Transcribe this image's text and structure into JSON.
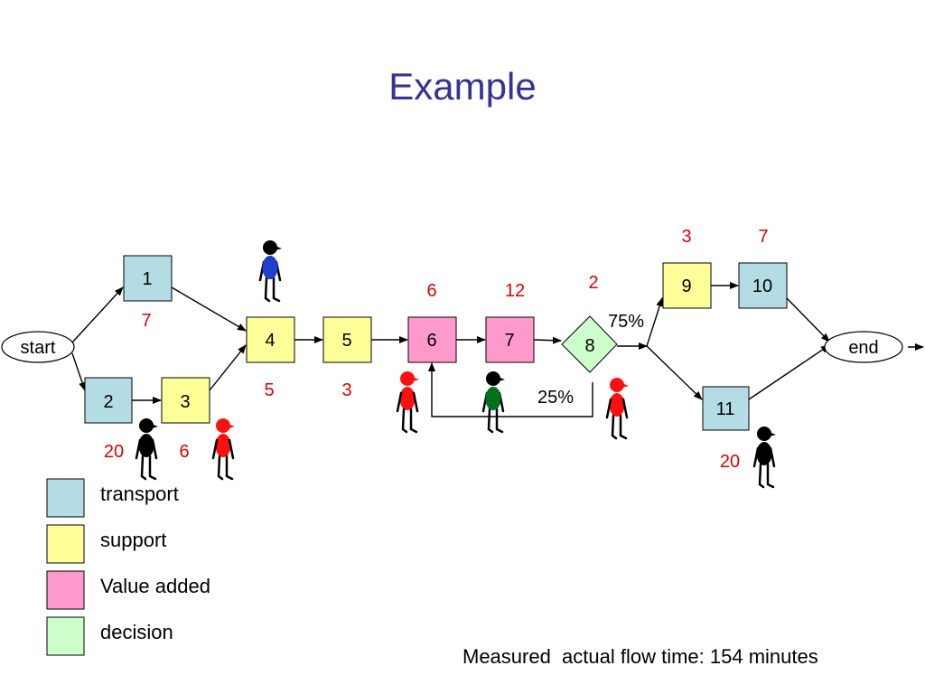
{
  "title": "Example",
  "colors": {
    "transport": "#b4dce4",
    "support": "#ffff99",
    "value_added": "#ff99cc",
    "decision": "#ccffcc",
    "time_label": "#e00000",
    "title": "#333399"
  },
  "nodes": {
    "start": "start",
    "end": "end",
    "n1": "1",
    "n2": "2",
    "n3": "3",
    "n4": "4",
    "n5": "5",
    "n6": "6",
    "n7": "7",
    "n8": "8",
    "n9": "9",
    "n10": "10",
    "n11": "11"
  },
  "times": {
    "t1": "7",
    "t2": "20",
    "t3": "6",
    "t4": "5",
    "t5": "3",
    "t6": "6",
    "t7": "12",
    "t8": "2",
    "t9": "3",
    "t10": "7",
    "t11": "20"
  },
  "branches": {
    "upper": "75%",
    "lower": "25%"
  },
  "legend": {
    "transport": "transport",
    "support": "support",
    "value_added": "Value added",
    "decision": "decision"
  },
  "footer": "Measured  actual flow time: 154 minutes"
}
